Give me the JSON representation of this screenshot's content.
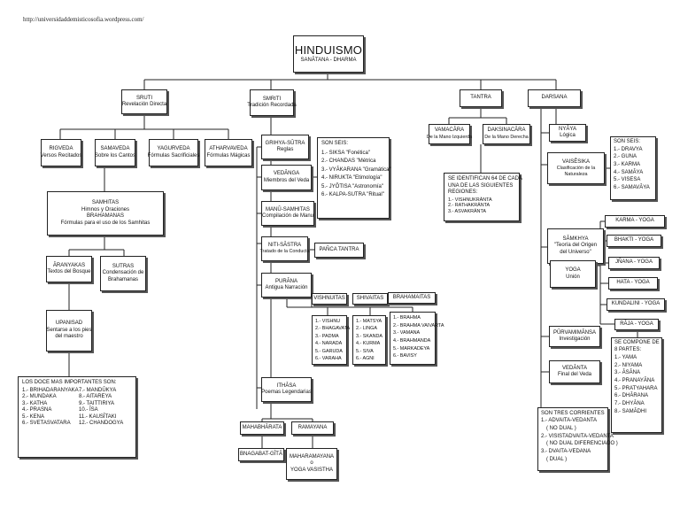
{
  "url": "http://universidaddemisticosofia.wordpress.com/",
  "root": {
    "title": "HINDUISMO",
    "subtitle": "SANĀTANA - DHARMA"
  },
  "sruti": {
    "title": "SRUTI",
    "subtitle": "Revelación Directa",
    "vedas": [
      {
        "title": "RIGVEDA",
        "subtitle": "Versos Recitados"
      },
      {
        "title": "SAMAVEDA",
        "subtitle": "Sobre los Cantos"
      },
      {
        "title": "YAGURVEDA",
        "subtitle": "Fórmulas Sacrificiales"
      },
      {
        "title": "ATHARVAVEDA",
        "subtitle": "Fórmulas Mágicas"
      }
    ],
    "samhitas": {
      "line1": "SAMHITAS",
      "line2": "Himnos y Oraciones",
      "line3": "BRAHAMANAS",
      "line4": "Fórmulas para el uso de los Samhitas"
    },
    "aranyakas": {
      "title": "ĀRANYAKAS",
      "subtitle": "Textos del Bosque"
    },
    "sutras": {
      "title": "SUTRAS",
      "line2": "Condensación de",
      "line3": "Brahamanas"
    },
    "upanisad": {
      "title": "UPANISAD",
      "line2": "Sentarse a los pies",
      "line3": "del maestro"
    },
    "upanisads": {
      "heading": "LOS DOCE MAS IMPORTANTES SON:",
      "items": [
        "1.- BRIHADARANYAKA",
        "7.- MANDŪKYA",
        "2.- MUNDAKA",
        "8.- AITAREYA",
        "3.- KATHA",
        "9.- TAITTIRIYA",
        "4.- PRASNA",
        "10.- ĪSA",
        "5.- KENA",
        "11.- KAUSĪTAKI",
        "6.- SVETASVATARA",
        "12.- CHANDOGYA"
      ]
    }
  },
  "smriti": {
    "title": "SMRITI",
    "subtitle": "Tradición Recordada",
    "grihya": {
      "title": "GRIHYA-SŪTRA",
      "subtitle": "Reglas"
    },
    "vedanga": {
      "title": "VEDĀNGA",
      "subtitle": "Miembros del Veda"
    },
    "vedanga_list": {
      "heading": "SON SEIS:",
      "items": [
        "1.- SIKSA \"Fonética\"",
        "2.- CHANDAS \"Métrica",
        "3.- VYĀKARANA \"Gramática\"",
        "4.- NIRUKTA \"Etimología\"",
        "5.- JYŌTISA \"Astronomía\"",
        "6.- KALPA-SUTRA \"Ritual\""
      ]
    },
    "manu": {
      "title": "MANŪ-SAMHITAS",
      "subtitle": "Compilación de Manu"
    },
    "niti": {
      "title": "NITI-SĀSTRA",
      "subtitle": "Tratado de la Conducta"
    },
    "panca": {
      "title": "PAÑCA TANTRA"
    },
    "purana": {
      "title": "PURĀNA",
      "subtitle": "Antigua Narración"
    },
    "vishnuitas": {
      "title": "VISHNUITAS",
      "items": [
        "1.- VISHNU",
        "2.- BHAGAVATA",
        "3.- PADMA",
        "4.- NARADA",
        "5.- GARUDA",
        "6.- VARAHA"
      ]
    },
    "shivaitas": {
      "title": "SHIVAITAS",
      "items": [
        "1.- MATSYA",
        "2.- LINGA",
        "3.- SKANDA",
        "4.- KURMA",
        "5.- SIVA",
        "6.- AGNI"
      ]
    },
    "brahamaitas": {
      "title": "BRAHAMAITAS",
      "items": [
        "1.- BRAHMA",
        "2.- BRAHMA VAIVARTA",
        "3.- VAMANA",
        "4.- BRAHMANDA",
        "5.- MARKADEYA",
        "6.- BAVISY"
      ]
    },
    "ithasa": {
      "title": "ITHĀSA",
      "subtitle": "Poemas Legendarias"
    },
    "mahabharata": {
      "title": "MAHABHĀRATA"
    },
    "ramayana": {
      "title": "RAMAYANA"
    },
    "bhagavat": {
      "title": "BNAGABAT-GĪTĀ"
    },
    "maharamayana": {
      "line1": "MAHARAMAYANA",
      "line2": "o",
      "line3": "YOGA VASISTHA"
    }
  },
  "tantra": {
    "title": "TANTRA",
    "vamacara": {
      "title": "VAMACĀRA",
      "subtitle": "De la Mano Izquierda"
    },
    "daksinacara": {
      "title": "DAKSINACĀRA",
      "subtitle": "De la Mano Derecha"
    },
    "kranta": {
      "line1": "SE IDENTIFICAN 64 DE CADA",
      "line2": "UNA DE LAS SIGUIENTES",
      "line3": "REGIONES:",
      "items": [
        "1.- VISHNUKRĀNTA",
        "2.- RATHAKRĀNTA",
        "3.- ASVAKRĀNTA"
      ]
    }
  },
  "darsana": {
    "title": "DARSANA",
    "nyaya": {
      "title": "NYĀYA",
      "subtitle": "Lógica"
    },
    "vaisesika": {
      "title": "VAISĒSIKA",
      "line2": "Clasificación de la",
      "line3": "Naturaleza"
    },
    "vaisesika_list": {
      "heading": "SON SEIS:",
      "items": [
        "1.- DRAVYA",
        "2.- GUNA",
        "3.- KARMA",
        "4.- SAMĀYA",
        "5.- VISESA",
        "6.- SAMAVĀYA"
      ]
    },
    "samkhya": {
      "title": "SĀMKHYA",
      "line2": "\"Teoría del Origen",
      "line3": "del Universo\""
    },
    "yoga": {
      "title": "YOGA",
      "subtitle": "Unión"
    },
    "yogas": [
      "KARMA - YOGA",
      "BHAKTI - YOGA",
      "JÑANA - YOGA",
      "HATA - YOGA",
      "KUNDALINI - YOGA",
      "RĀJA - YOGA"
    ],
    "raja_list": {
      "line1": "SE COMPONE DE",
      "line2": "8 PARTES:",
      "items": [
        "1.- YAMA",
        "2.- NIYAMA",
        "3.- ĀSĀNA",
        "4.- PRANAYĀNA",
        "5.- PRATYAHARA",
        "6.- DHĀRANA",
        "7.- DHYĀNA",
        "8.- SAMĀDHI"
      ]
    },
    "purva": {
      "title": "PŪRVAMIMĀNSA",
      "subtitle": "Investigación"
    },
    "vedanta": {
      "title": "VEDĀNTA",
      "subtitle": "Final del Veda"
    },
    "corrientes": {
      "heading": "SON TRES CORRIENTES",
      "items": [
        "1.- ADVAITA-VEDANTA",
        "( NO DUAL )",
        "2.- VISISTADVAITA-VEDANTA",
        "( NO DUAL DIFERENCIADO )",
        "3.- DVAITA-VEDANA",
        "( DUAL )"
      ]
    }
  }
}
